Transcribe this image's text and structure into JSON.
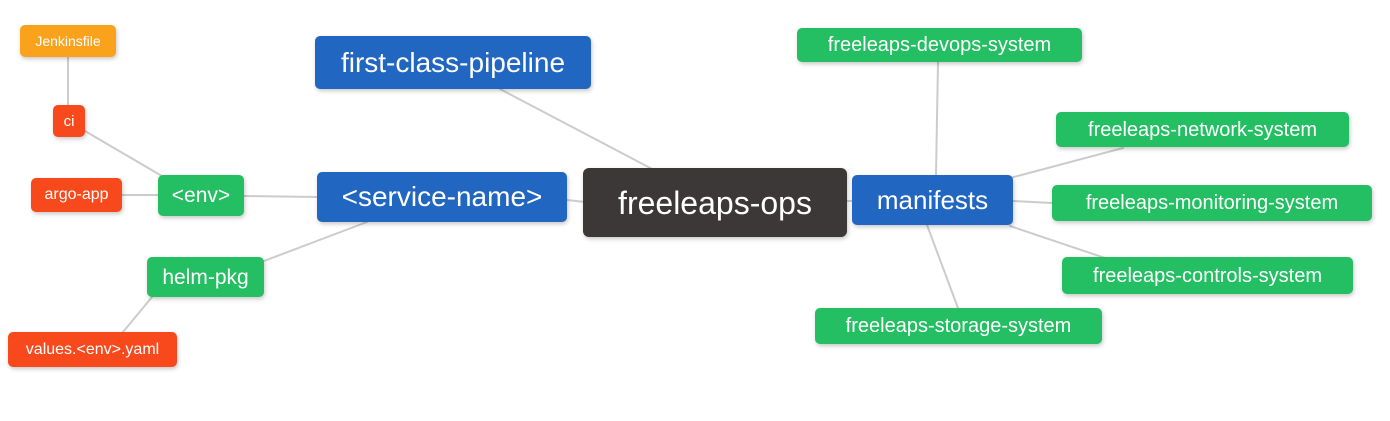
{
  "palette": {
    "orange": "#FAA21B",
    "red": "#F8491C",
    "green": "#23BF62",
    "blue": "#2166C0",
    "dark": "#3C3838",
    "edge": "#CCCCCC",
    "text": "#FFFFFF"
  },
  "diagram": {
    "type": "mindmap",
    "root": "freeleaps_ops",
    "nodes": {
      "freeleaps_ops": {
        "label": "freeleaps-ops",
        "color": "dark"
      },
      "first_class_pipeline": {
        "label": "first-class-pipeline",
        "color": "blue"
      },
      "service_name": {
        "label": "<service-name>",
        "color": "blue"
      },
      "manifests": {
        "label": "manifests",
        "color": "blue"
      },
      "env": {
        "label": "<env>",
        "color": "green"
      },
      "helm_pkg": {
        "label": "helm-pkg",
        "color": "green"
      },
      "ci": {
        "label": "ci",
        "color": "red"
      },
      "argo_app": {
        "label": "argo-app",
        "color": "red"
      },
      "values_env_yaml": {
        "label": "values.<env>.yaml",
        "color": "red"
      },
      "jenkinsfile": {
        "label": "Jenkinsfile",
        "color": "orange"
      },
      "freeleaps_devops_system": {
        "label": "freeleaps-devops-system",
        "color": "green"
      },
      "freeleaps_network_system": {
        "label": "freeleaps-network-system",
        "color": "green"
      },
      "freeleaps_monitoring_system": {
        "label": "freeleaps-monitoring-system",
        "color": "green"
      },
      "freeleaps_controls_system": {
        "label": "freeleaps-controls-system",
        "color": "green"
      },
      "freeleaps_storage_system": {
        "label": "freeleaps-storage-system",
        "color": "green"
      }
    },
    "edges": [
      [
        "jenkinsfile",
        "ci"
      ],
      [
        "ci",
        "env"
      ],
      [
        "argo_app",
        "env"
      ],
      [
        "env",
        "service_name"
      ],
      [
        "helm_pkg",
        "service_name"
      ],
      [
        "values_env_yaml",
        "helm_pkg"
      ],
      [
        "first_class_pipeline",
        "freeleaps_ops"
      ],
      [
        "service_name",
        "freeleaps_ops"
      ],
      [
        "freeleaps_ops",
        "manifests"
      ],
      [
        "manifests",
        "freeleaps_devops_system"
      ],
      [
        "manifests",
        "freeleaps_network_system"
      ],
      [
        "manifests",
        "freeleaps_monitoring_system"
      ],
      [
        "manifests",
        "freeleaps_controls_system"
      ],
      [
        "manifests",
        "freeleaps_storage_system"
      ]
    ]
  }
}
